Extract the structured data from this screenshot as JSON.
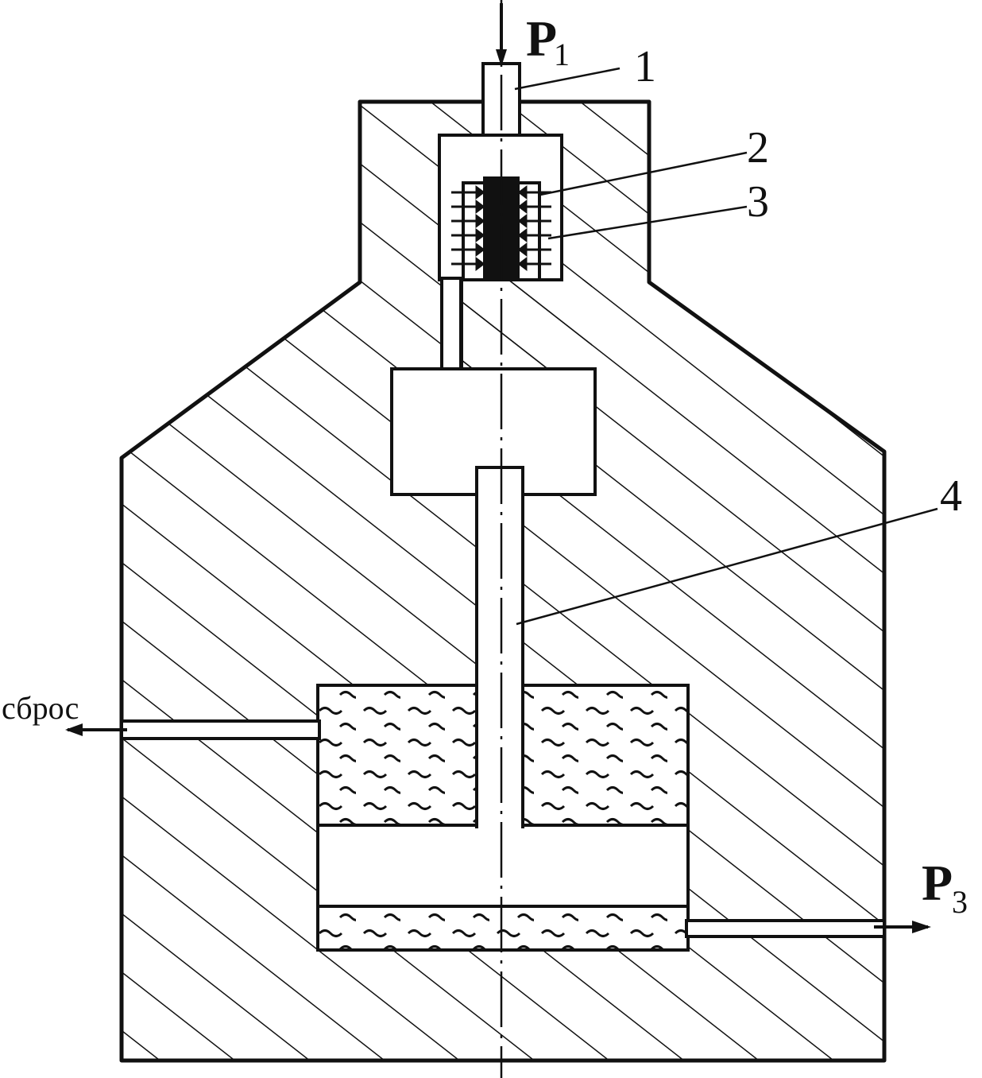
{
  "labels": {
    "part1": "1",
    "part2": "2",
    "part3": "3",
    "part4": "4",
    "p1_letter": "P",
    "p1_sub": "1",
    "p3_letter": "P",
    "p3_sub": "3",
    "discharge": "сброс"
  },
  "colors": {
    "ink": "#111111",
    "paper": "#ffffff"
  }
}
